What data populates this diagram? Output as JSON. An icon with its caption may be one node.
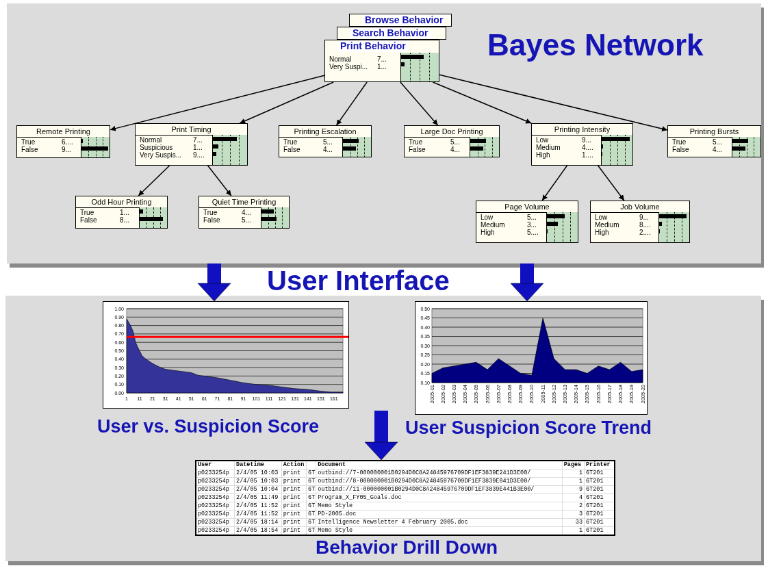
{
  "diagram": {
    "nodes": [
      {
        "text": [
          "Bayes Network"
        ]
      },
      {
        "text": [
          "Browse Behavior"
        ],
        "in": 0
      },
      {
        "text": [
          "Search Behavior"
        ],
        "in": 0
      },
      {
        "text": [
          "Print Behavior",
          "Normal",
          "7...",
          "Very Suspi...",
          "1..."
        ],
        "in": 0
      },
      {
        "text": [
          "Remote Printing",
          "True",
          "6....",
          "False",
          "9..."
        ],
        "in": 0
      },
      {
        "text": [
          "Print Timing",
          "Normal",
          "7...",
          "Suspicious",
          "1...",
          "Very Suspis...",
          "9...."
        ],
        "in": 0
      },
      {
        "text": [
          "Printing Escalation",
          "True",
          "5...",
          "False",
          "4..."
        ],
        "in": 0
      },
      {
        "text": [
          "Large Doc Printing",
          "True",
          "5...",
          "False",
          "4..."
        ],
        "in": 0
      },
      {
        "text": [
          "Printing Intensity",
          "Low",
          "9...",
          "Medium",
          "4....",
          "High",
          "1...."
        ],
        "in": 0
      },
      {
        "text": [
          "Printing Bursts",
          "True",
          "5...",
          "False",
          "4..."
        ],
        "in": 0
      },
      {
        "text": [
          "Odd Hour Printing",
          "True",
          "1...",
          "False",
          "8..."
        ],
        "in": 0
      },
      {
        "text": [
          "Quiet Time Printing",
          "True",
          "4...",
          "False",
          "5..."
        ],
        "in": 0
      },
      {
        "text": [
          "Page Volume",
          "Low",
          "5...",
          "Medium",
          "3...",
          "High",
          "5...."
        ],
        "in": 0
      },
      {
        "text": [
          "Job Volume",
          "Low",
          "9...",
          "Medium",
          "8....",
          "High",
          "2...."
        ],
        "in": 0
      },
      {
        "text": [
          "User Interface"
        ]
      },
      {
        "text": [
          "User vs. Suspicion Score"
        ],
        "in": 14
      },
      {
        "text": [
          "User Suspicion Score Trend"
        ],
        "in": 14
      },
      {
        "text": [
          "Behavior Drill Down"
        ],
        "in": 14
      }
    ],
    "edges": [
      {
        "from": 3,
        "to": 4,
        "arrow": "to"
      },
      {
        "from": 3,
        "to": 5,
        "arrow": "to"
      },
      {
        "from": 3,
        "to": 6,
        "arrow": "to"
      },
      {
        "from": 3,
        "to": 7,
        "arrow": "to"
      },
      {
        "from": 3,
        "to": 8,
        "arrow": "to"
      },
      {
        "from": 3,
        "to": 9,
        "arrow": "to"
      },
      {
        "from": 5,
        "to": 10,
        "arrow": "to"
      },
      {
        "from": 5,
        "to": 11,
        "arrow": "to"
      },
      {
        "from": 8,
        "to": 12,
        "arrow": "to"
      },
      {
        "from": 8,
        "to": 13,
        "arrow": "to"
      },
      {
        "from": 0,
        "to": 15,
        "arrow": "to",
        "style": "thick",
        "color": "#1010c0"
      },
      {
        "from": 0,
        "to": 16,
        "arrow": "to",
        "style": "thick",
        "color": "#1010c0"
      },
      {
        "from": null,
        "to": 17,
        "arrow": "to",
        "style": "thick",
        "color": "#1010c0"
      }
    ],
    "labels": [
      "1.00",
      "0.90",
      "0.80",
      "0.70",
      "0.60",
      "0.50",
      "0.40",
      "0.30",
      "0.20",
      "0.10",
      "0.00",
      "1",
      "11",
      "21",
      "31",
      "41",
      "51",
      "61",
      "71",
      "81",
      "91",
      "101",
      "111",
      "121",
      "131",
      "141",
      "151",
      "161",
      "User",
      "Datetime",
      "Action",
      "Document",
      "Pages",
      "Printer",
      "p0233254p",
      "2/4/05 10:03",
      "print",
      "6T",
      "outbind://7-000000001B0294D0C8A24845976709DF1EF3839E241D3E00/",
      "1",
      "6T201",
      "p0233254p",
      "2/4/05 10:03",
      "print",
      "6T",
      "outbind://8-000000001B0294D0C8A24845976709DF1EF3839E041D3E00/",
      "1",
      "6T201",
      "p0233254p",
      "2/4/05 10:04",
      "print",
      "6T",
      "outbind://11-000000001B0294D0C8A24845976709DF1EF3839E441B3E00/",
      "9",
      "6T201",
      "p0233254p",
      "2/4/05 11:49",
      "print",
      "6T",
      "Program_X_FY05_Goals.doc",
      "4",
      "6T201",
      "p0233254p",
      "2/4/05 11:52",
      "print",
      "6T",
      "Memo Style",
      "2",
      "6T201",
      "p0233254p",
      "2/4/05 11:52",
      "print",
      "6T",
      "PD-2005.doc",
      "3",
      "6T201",
      "p0233254p",
      "2/4/05 18:14",
      "print",
      "6T",
      "Intelligence Newsletter 4 February 2005.doc",
      "33",
      "6T201",
      "p0233254p",
      "2/4/05 18:54",
      "print",
      "6T",
      "Memo Style",
      "1",
      "6T201"
    ],
    "chart_data": {
      "type": "area",
      "categories": [
        "2005-01",
        "2005-02",
        "2005-03",
        "2005-04",
        "2005-05",
        "2005-06",
        "2005-07",
        "2005-08",
        "2005-09",
        "2005-10",
        "2005-11",
        "2005-12",
        "2005-13",
        "2005-14",
        "2005-15",
        "2005-16",
        "2005-17",
        "2005-18",
        "2005-19",
        "2005-20"
      ],
      "series": [
        {
          "color": "#000080",
          "values": [
            0.15,
            0.18,
            0.19,
            0.2,
            0.21,
            0.17,
            0.23,
            0.19,
            0.15,
            0.14,
            0.45,
            0.23,
            0.17,
            0.17,
            0.15,
            0.19,
            0.17,
            0.21,
            0.16,
            0.17
          ]
        }
      ],
      "ylim": [
        0.1,
        0.5
      ],
      "grid": true,
      "yticks": [
        {
          "value": 0.1,
          "label": "0.10"
        },
        {
          "value": 0.15,
          "label": "0.15"
        },
        {
          "value": 0.2,
          "label": "0.20"
        },
        {
          "value": 0.25,
          "label": "0.25"
        },
        {
          "value": 0.3,
          "label": "0.30"
        },
        {
          "value": 0.35,
          "label": "0.35"
        },
        {
          "value": 0.4,
          "label": "0.40"
        },
        {
          "value": 0.45,
          "label": "0.45"
        },
        {
          "value": 0.5,
          "label": "0.50"
        }
      ]
    }
  }
}
